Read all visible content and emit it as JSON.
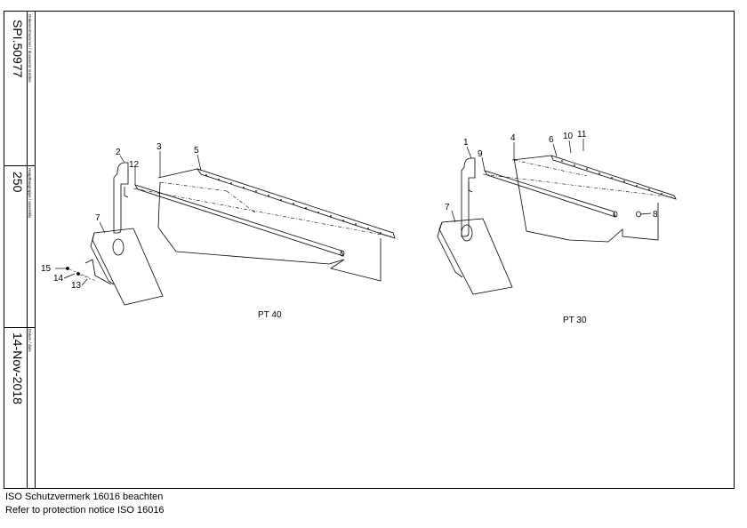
{
  "sidebar": {
    "document_number_label": "Dokumentnummer / document number",
    "document_number": "SPI.50977",
    "assembly_label": "Hauptbaugruppe / assembly",
    "assembly": "250",
    "date_label": "Datum / date",
    "date": "14-Nov-2018"
  },
  "views": [
    {
      "label": "PT 40",
      "callouts": [
        "2",
        "3",
        "5",
        "12",
        "7",
        "15",
        "14",
        "13"
      ]
    },
    {
      "label": "PT 30",
      "callouts": [
        "1",
        "4",
        "6",
        "10",
        "11",
        "9",
        "7",
        "8"
      ]
    }
  ],
  "footer": {
    "line1": "ISO Schutzvermerk 16016 beachten",
    "line2": "Refer to protection notice ISO 16016"
  }
}
